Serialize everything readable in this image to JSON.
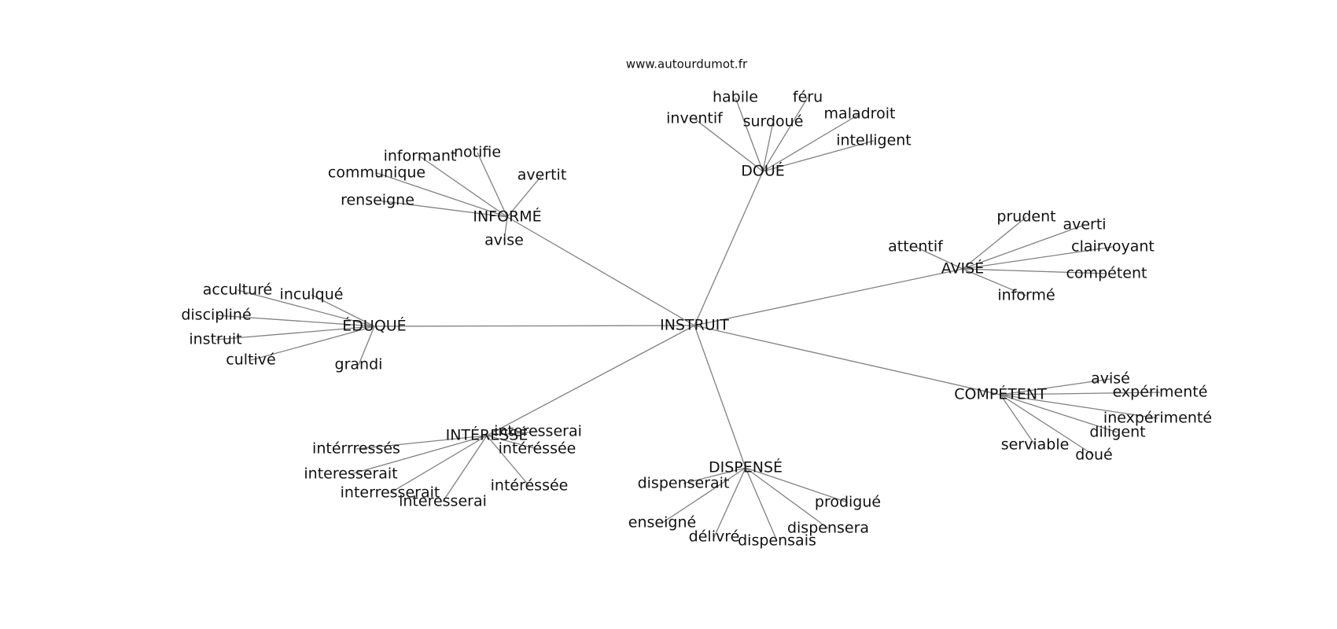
{
  "site": "www.autourdumot.fr",
  "center": "INSTRUIT",
  "groups": [
    {
      "word": "DOUÉ",
      "children": [
        "habile",
        "féru",
        "inventif",
        "surdoué",
        "maladroit",
        "intelligent"
      ]
    },
    {
      "word": "INFORMÉ",
      "children": [
        "informant",
        "notifie",
        "communique",
        "avertit",
        "renseigne",
        "avise"
      ]
    },
    {
      "word": "AVISÉ",
      "children": [
        "prudent",
        "averti",
        "attentif",
        "clairvoyant",
        "compétent",
        "informé"
      ]
    },
    {
      "word": "ÉDUQUÉ",
      "children": [
        "acculturé",
        "inculqué",
        "discipliné",
        "instruit",
        "cultivé",
        "grandi"
      ]
    },
    {
      "word": "COMPÉTENT",
      "children": [
        "avisé",
        "expérimenté",
        "inexpérimenté",
        "diligent",
        "serviable",
        "doué"
      ]
    },
    {
      "word": "INTÉRESSÉ",
      "children": [
        "interesserai",
        "intérrressés",
        "intéréssée",
        "interesserait",
        "interresserait",
        "interesserai",
        "intéréssée"
      ]
    },
    {
      "word": "DISPENSÉ",
      "children": [
        "dispenserait",
        "prodigué",
        "enseigné",
        "dispensera",
        "délivré",
        "dispensais"
      ]
    }
  ]
}
